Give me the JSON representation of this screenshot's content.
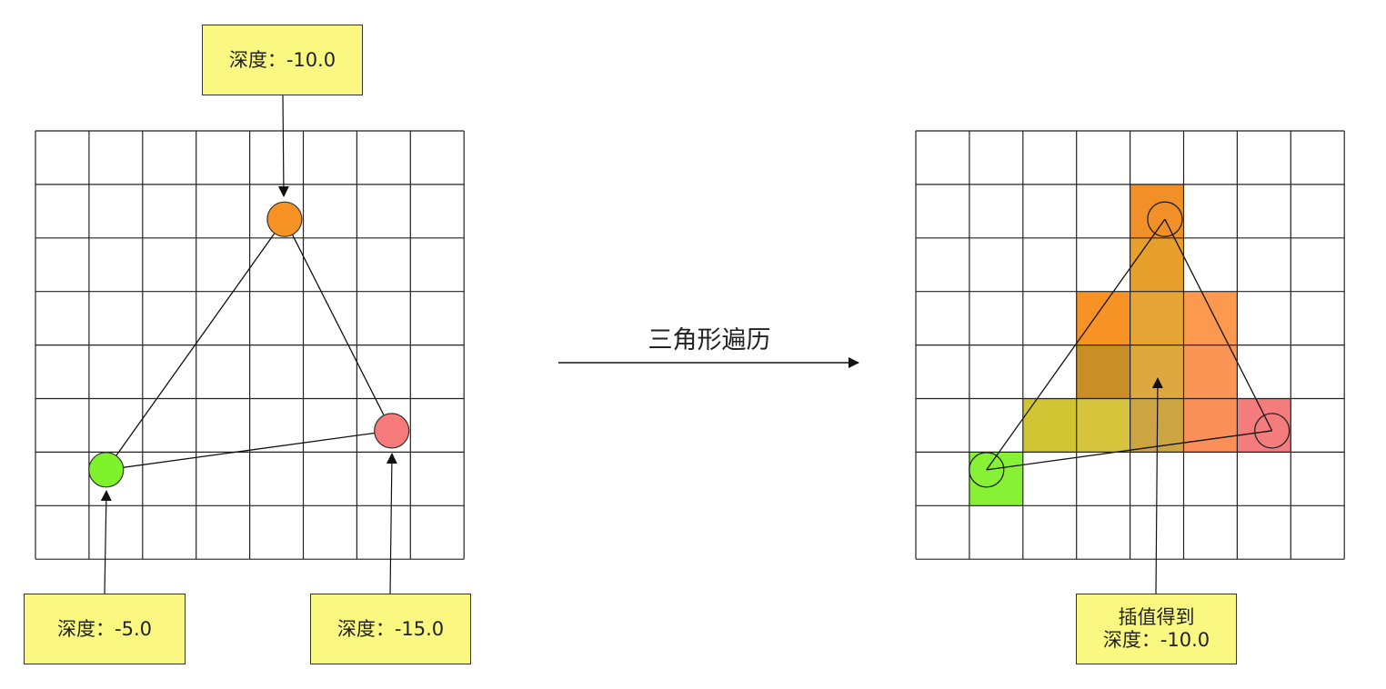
{
  "left_diagram": {
    "grid": {
      "cols": 8,
      "rows": 8
    },
    "vertices": [
      {
        "id": "top",
        "col": 4.65,
        "row": 1.65,
        "color": "#f79225",
        "depth_label": "深度：-10.0"
      },
      {
        "id": "left",
        "col": 1.32,
        "row": 6.33,
        "color": "#7ef22a",
        "depth_label": "深度：-5.0"
      },
      {
        "id": "right",
        "col": 6.65,
        "row": 5.6,
        "color": "#f77a7a",
        "depth_label": "深度：-15.0"
      }
    ]
  },
  "process_label": "三角形遍历",
  "right_diagram": {
    "grid": {
      "cols": 8,
      "rows": 8
    },
    "triangle": {
      "top": [
        4.65,
        1.65
      ],
      "left": [
        1.32,
        6.33
      ],
      "right": [
        6.65,
        5.6
      ]
    },
    "filled_cells": [
      {
        "col": 4,
        "row": 1,
        "color": "#f29028"
      },
      {
        "col": 4,
        "row": 2,
        "color": "#e8a02c"
      },
      {
        "col": 3,
        "row": 3,
        "color": "#f79225"
      },
      {
        "col": 4,
        "row": 3,
        "color": "#e5a436"
      },
      {
        "col": 5,
        "row": 3,
        "color": "#fb9a4f"
      },
      {
        "col": 3,
        "row": 4,
        "color": "#c98f26"
      },
      {
        "col": 4,
        "row": 4,
        "color": "#dfa73f"
      },
      {
        "col": 5,
        "row": 4,
        "color": "#fb9556"
      },
      {
        "col": 2,
        "row": 5,
        "color": "#d2c533"
      },
      {
        "col": 3,
        "row": 5,
        "color": "#d7c53e"
      },
      {
        "col": 4,
        "row": 5,
        "color": "#cda442"
      },
      {
        "col": 5,
        "row": 5,
        "color": "#fb8f59"
      },
      {
        "col": 6,
        "row": 5,
        "color": "#f57c7c"
      },
      {
        "col": 1,
        "row": 6,
        "color": "#86f135"
      }
    ],
    "markers": [
      {
        "col": 4.65,
        "row": 1.65
      },
      {
        "col": 1.32,
        "row": 6.33
      },
      {
        "col": 6.65,
        "row": 5.6
      }
    ],
    "interpolation_label": [
      "插值得到",
      "深度：-10.0"
    ]
  }
}
